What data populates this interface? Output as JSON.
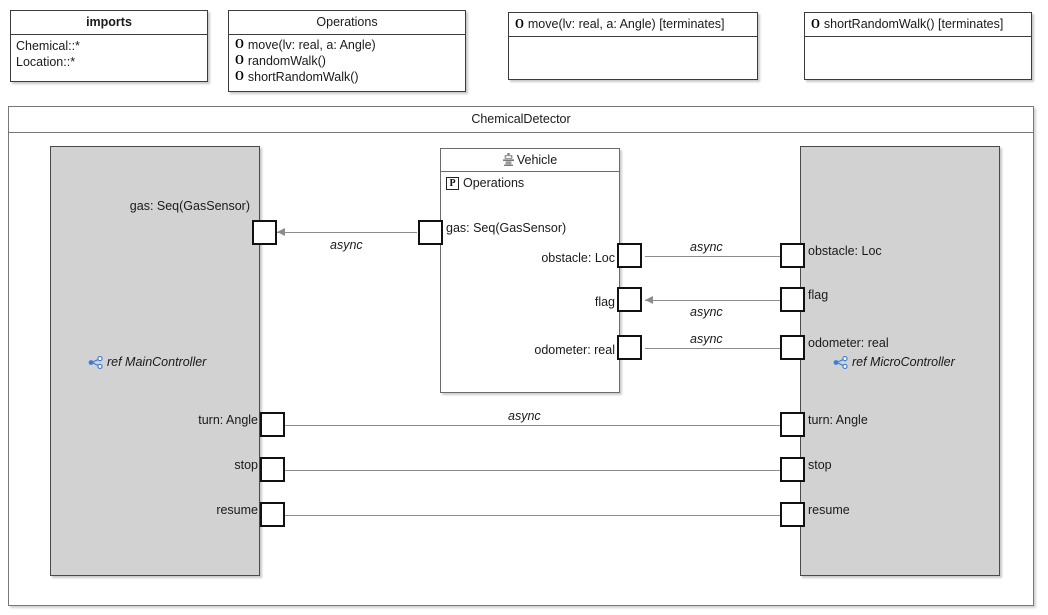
{
  "diagram": {
    "title": "ChemicalDetector"
  },
  "imports_box": {
    "title": "imports",
    "lines": [
      "Chemical::*",
      "Location::*"
    ]
  },
  "operations_box": {
    "title": "Operations",
    "operations": [
      "move(lv: real, a: Angle)",
      "randomWalk()",
      "shortRandomWalk()"
    ],
    "icon": "operation-icon"
  },
  "terminates_boxes": [
    {
      "label": "move(lv: real, a: Angle) [terminates]",
      "icon": "operation-icon"
    },
    {
      "label": "shortRandomWalk() [terminates]",
      "icon": "operation-icon"
    }
  ],
  "parts": [
    {
      "id": "main-controller",
      "ref_label": "ref MainController",
      "icon": "share-nodes-icon",
      "fill": "#d2d2d2"
    },
    {
      "id": "micro-controller",
      "ref_label": "ref MicroController",
      "icon": "share-nodes-icon",
      "fill": "#d2d2d2"
    }
  ],
  "vehicle": {
    "title": "Vehicle",
    "title_icon": "robot-icon",
    "stereotype_icon": "P",
    "stereotype_label": "Operations"
  },
  "ports": {
    "main_gas": {
      "label": "gas: Seq(GasSensor)"
    },
    "vehicle_gas": {
      "label": "gas: Seq(GasSensor)"
    },
    "vehicle_obstacle": {
      "label": "obstacle: Loc"
    },
    "vehicle_flag": {
      "label": "flag"
    },
    "vehicle_odometer": {
      "label": "odometer: real"
    },
    "micro_obstacle": {
      "label": "obstacle: Loc"
    },
    "micro_flag": {
      "label": "flag"
    },
    "micro_odometer": {
      "label": "odometer: real"
    },
    "main_turn": {
      "label": "turn: Angle"
    },
    "main_stop": {
      "label": "stop"
    },
    "main_resume": {
      "label": "resume"
    },
    "micro_turn": {
      "label": "turn: Angle"
    },
    "micro_stop": {
      "label": "stop"
    },
    "micro_resume": {
      "label": "resume"
    }
  },
  "connectors": [
    {
      "id": "gas",
      "label": "async",
      "direction": "left"
    },
    {
      "id": "obstacle",
      "label": "async",
      "direction": "right"
    },
    {
      "id": "flag",
      "label": "async",
      "direction": "left"
    },
    {
      "id": "odometer",
      "label": "async",
      "direction": "right"
    },
    {
      "id": "turn",
      "label": "async",
      "direction": "right"
    },
    {
      "id": "stop",
      "label": "",
      "direction": "right"
    },
    {
      "id": "resume",
      "label": "",
      "direction": "right"
    }
  ],
  "colors": {
    "part_fill": "#d2d2d2",
    "connector": "#8c8c8c",
    "ref_icon": "#3d7fd6",
    "border": "#3c3c3c"
  }
}
